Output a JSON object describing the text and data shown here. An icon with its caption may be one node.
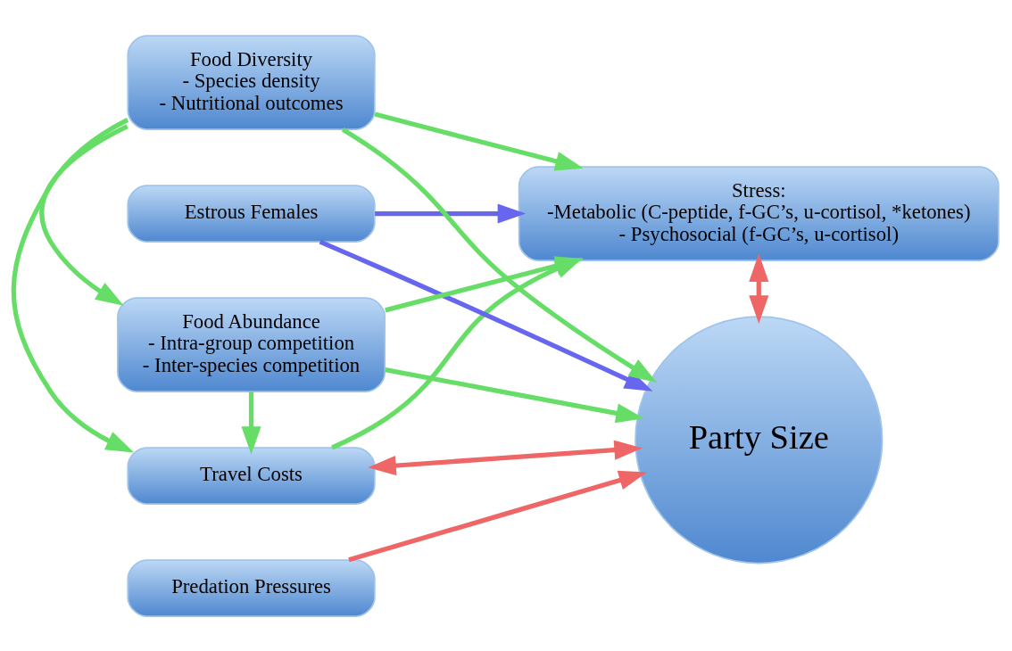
{
  "diagram": {
    "nodes": [
      {
        "text": [
          "Travel Costs"
        ]
      },
      {
        "text": [
          "Stress:",
          "-Metabolic (C-peptide, f-GC’s, u-cortisol, *ketones)",
          "- Psychosocial (f-GC’s, u-cortisol)"
        ]
      },
      {
        "text": [
          "Estrous Females"
        ]
      },
      {
        "text": [
          "Food Diversity",
          "- Species density",
          "- Nutritional outcomes"
        ]
      },
      {
        "text": [
          "Party Size"
        ]
      },
      {
        "text": [
          "Food Abundance",
          "- Intra-group competition",
          "- Inter-species competition"
        ]
      },
      {
        "text": [
          "Predation Pressures"
        ]
      }
    ],
    "edges": [
      {
        "from": 0,
        "to": 1,
        "arrow": "to"
      },
      {
        "from": 2,
        "to": 1,
        "arrow": "to",
        "color": "#6666ee"
      },
      {
        "from": 0,
        "to": 4,
        "arrow": "both",
        "color": "#ee6666"
      },
      {
        "from": 3,
        "to": 0,
        "arrow": "to"
      },
      {
        "from": 3,
        "to": 1,
        "arrow": "to"
      },
      {
        "from": 1,
        "to": 4,
        "arrow": "both",
        "color": "#ee6666"
      },
      {
        "from": 2,
        "to": 4,
        "arrow": "to",
        "color": "#6666ee"
      },
      {
        "from": 5,
        "to": 0,
        "arrow": "to"
      },
      {
        "from": 3,
        "to": 4,
        "arrow": "to"
      },
      {
        "from": 3,
        "to": 5,
        "arrow": "to"
      },
      {
        "from": 5,
        "to": 1,
        "arrow": "to"
      },
      {
        "from": 5,
        "to": 4,
        "arrow": "to"
      },
      {
        "from": 6,
        "to": 4,
        "arrow": "to",
        "color": "#ee6666"
      }
    ]
  }
}
